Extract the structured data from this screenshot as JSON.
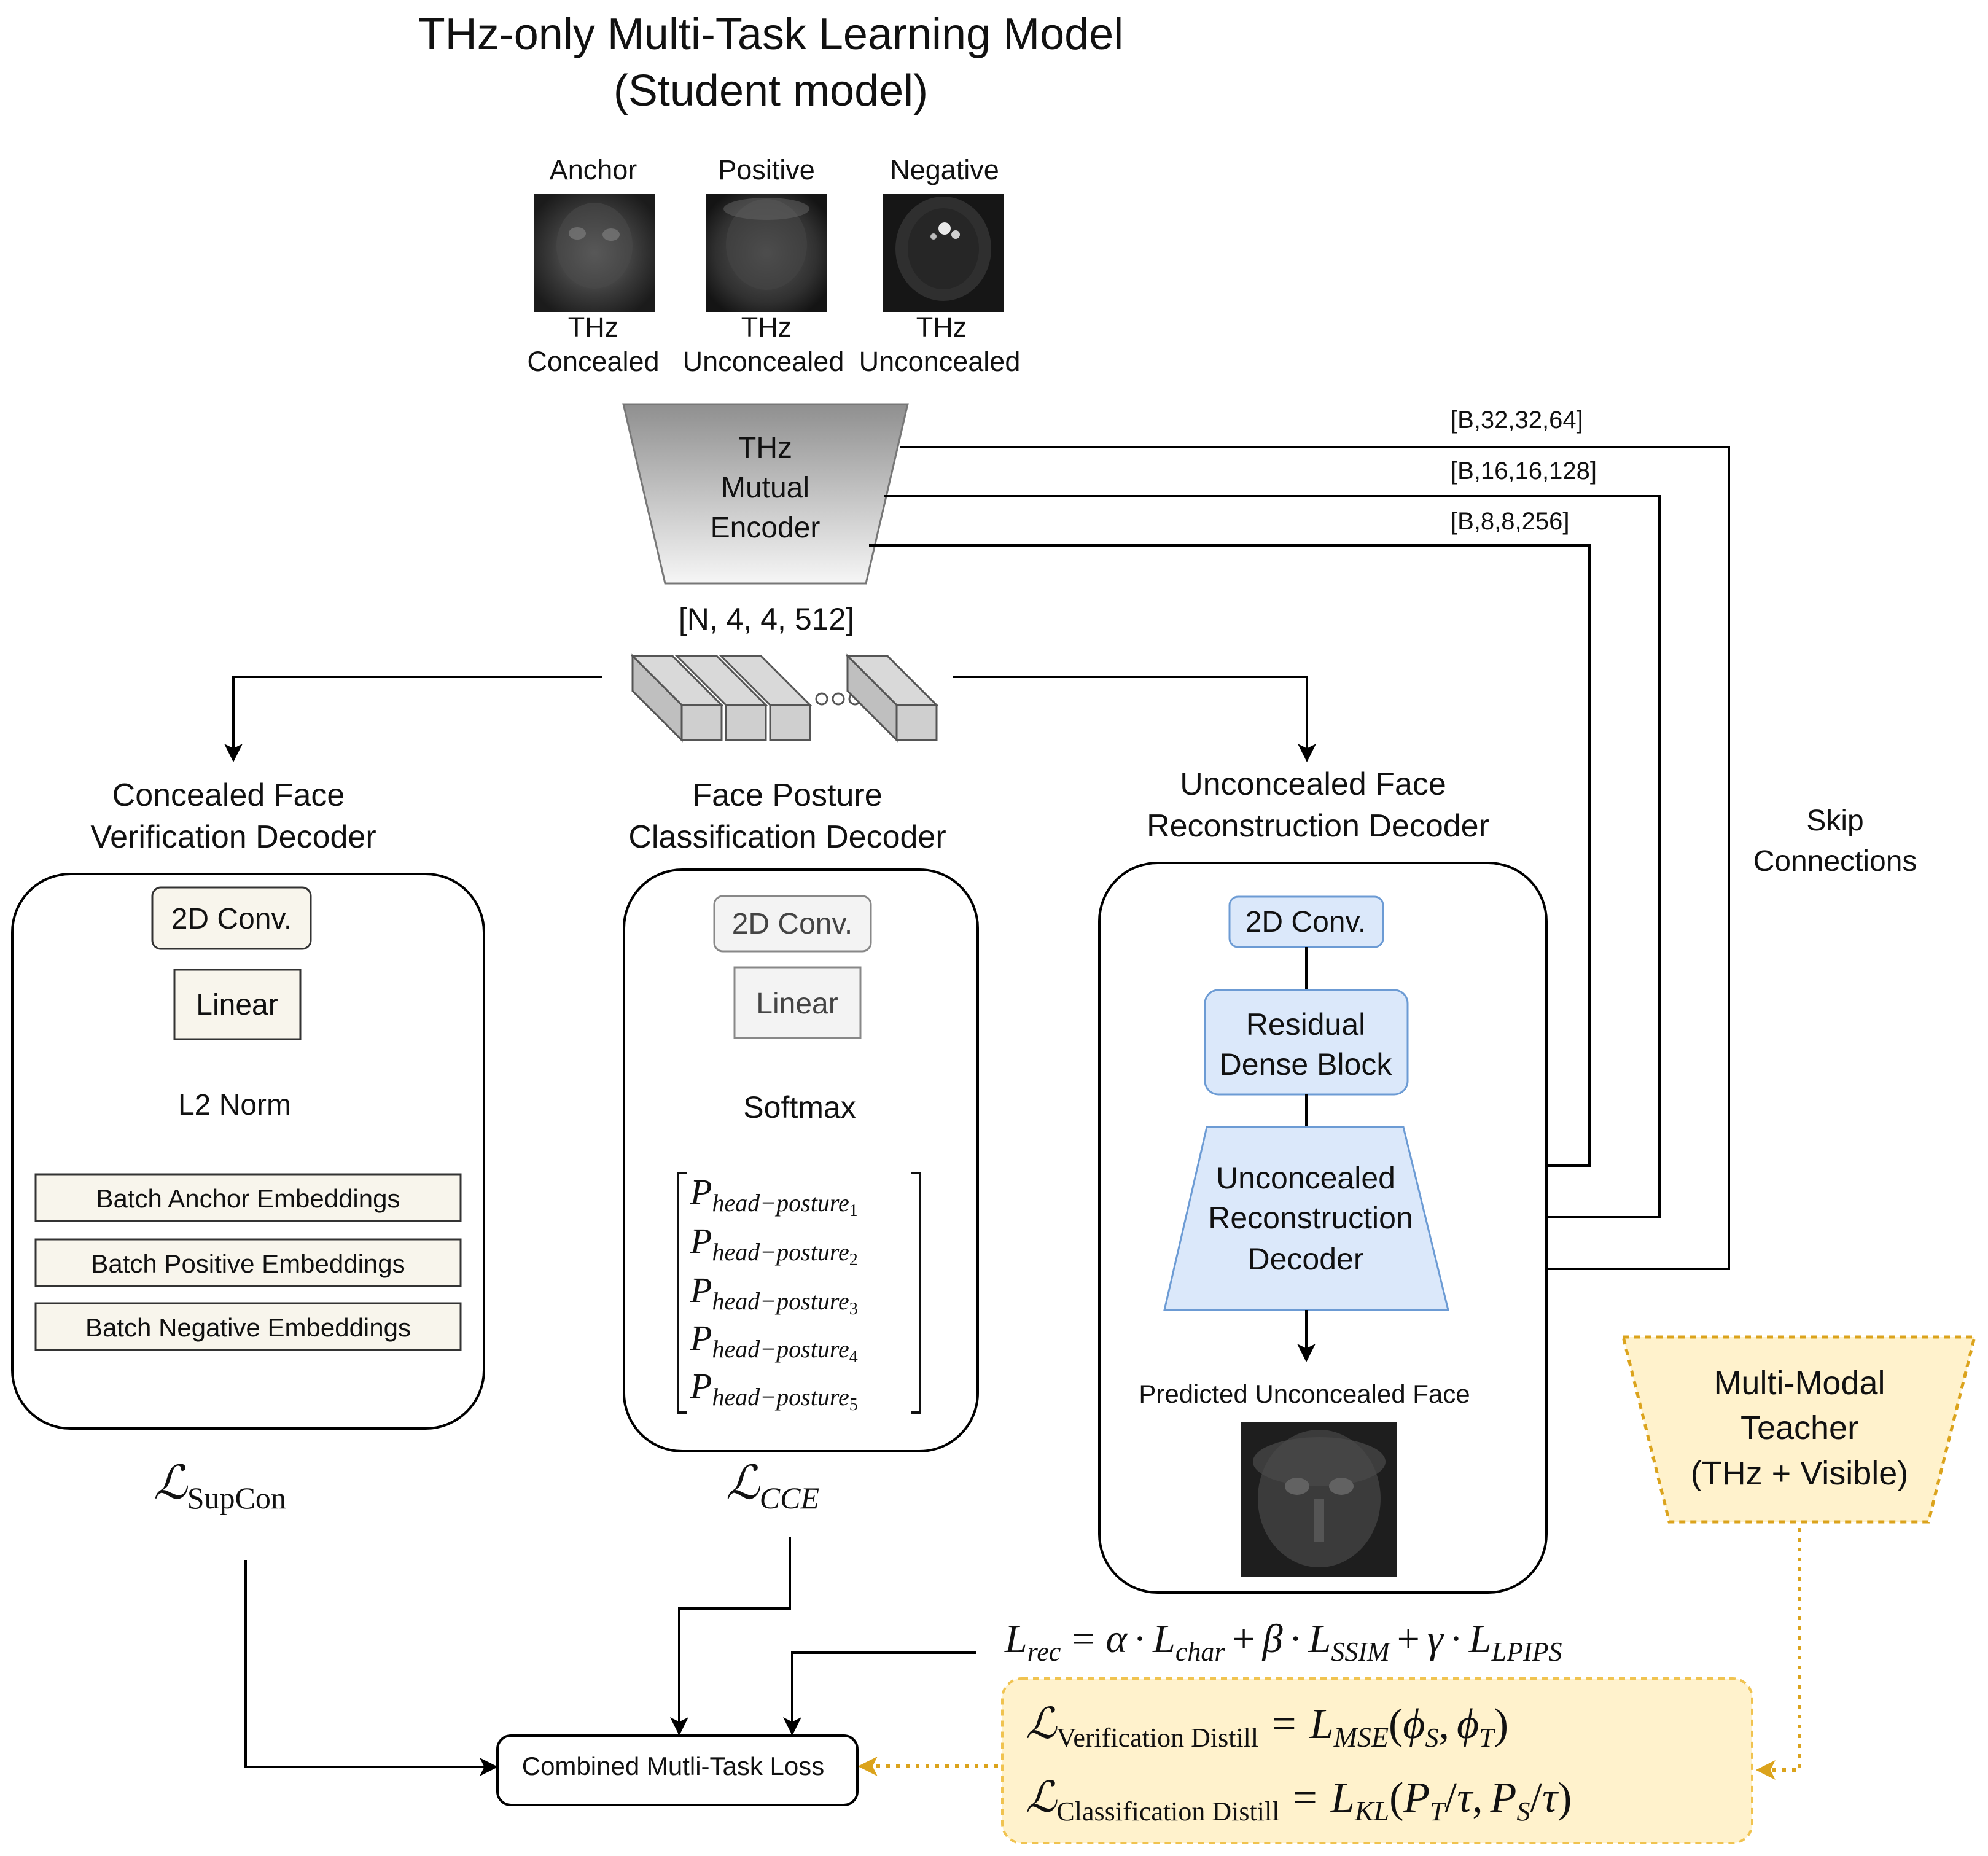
{
  "title": {
    "line1": "THz-only Multi-Task Learning Model",
    "line2": "(Student model)"
  },
  "inputs": [
    {
      "top": "Anchor",
      "line1": "THz",
      "line2": "Concealed"
    },
    {
      "top": "Positive",
      "line1": "THz",
      "line2": "Unconcealed"
    },
    {
      "top": "Negative",
      "line1": "THz",
      "line2": "Unconcealed"
    }
  ],
  "encoder": {
    "line1": "THz",
    "line2": "Mutual",
    "line3": "Encoder"
  },
  "latent_shape": "[N, 4, 4, 512]",
  "skip_shapes": [
    "[B,32,32,64]",
    "[B,16,16,128]",
    "[B,8,8,256]"
  ],
  "skip_label": {
    "line1": "Skip",
    "line2": "Connections"
  },
  "verification": {
    "title1": "Concealed Face",
    "title2": "Verification Decoder",
    "conv": "2D Conv.",
    "linear": "Linear",
    "norm": "L2 Norm",
    "embeddings": [
      "Batch Anchor Embeddings",
      "Batch Positive Embeddings",
      "Batch Negative Embeddings"
    ],
    "loss_main": "ℒ",
    "loss_sub": "SupCon"
  },
  "classification": {
    "title1": "Face Posture",
    "title2": "Classification Decoder",
    "conv": "2D Conv.",
    "linear": "Linear",
    "softmax": "Softmax",
    "prob_main": "P",
    "prob_sub": "head−posture",
    "prob_indices": [
      "1",
      "2",
      "3",
      "4",
      "5"
    ],
    "loss_main": "ℒ",
    "loss_sub": "CCE"
  },
  "reconstruction": {
    "title1": "Unconcealed Face",
    "title2": "Reconstruction Decoder",
    "conv": "2D Conv.",
    "rdb1": "Residual",
    "rdb2": "Dense Block",
    "dec1": "Unconcealed",
    "dec2": "Reconstruction",
    "dec3": "Decoder",
    "output": "Predicted Unconcealed Face"
  },
  "rec_loss": {
    "L": "L",
    "rec": "rec",
    "eq": "=",
    "alpha": "α",
    "dot": "·",
    "char": "char",
    "plus": "+",
    "beta": "β",
    "ssim": "SSIM",
    "gamma": "γ",
    "lpips": "LPIPS"
  },
  "teacher": {
    "line1": "Multi-Modal",
    "line2": "Teacher",
    "line3": "(THz + Visible)"
  },
  "distill": {
    "v_script": "ℒ",
    "v_sub": "Verification Distill",
    "v_eq": "=",
    "v_L": "L",
    "v_mse": "MSE",
    "v_args_open": "(",
    "phi": "ϕ",
    "S": "S",
    "comma": ",",
    "T": "T",
    "v_args_close": ")",
    "c_script": "ℒ",
    "c_sub": "Classification Distill",
    "c_eq": "=",
    "c_L": "L",
    "c_kl": "KL",
    "c_args_open": "(",
    "P": "P",
    "slash": "/",
    "tau": "τ",
    "c_args_close": ")"
  },
  "combined": "Combined Mutli-Task Loss",
  "colors": {
    "verification_fill": "#f8f5ec",
    "classification_fill": "#f3f3f3",
    "recon_fill": "#dbe8fa",
    "recon_stroke": "#6c9bd4",
    "teacher_fill": "#fff2cc",
    "teacher_stroke": "#dba31c",
    "distill_fill": "#fff2cc",
    "distill_stroke": "#f0c350",
    "encoder_top": "#8f8f8f",
    "encoder_bottom": "#f6f6f6"
  }
}
